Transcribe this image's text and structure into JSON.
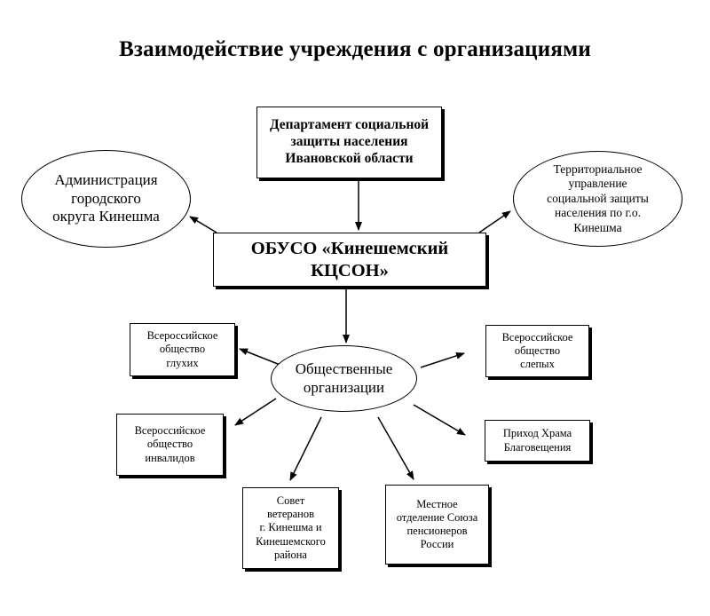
{
  "title": "Взаимодействие учреждения с организациями",
  "nodes": {
    "department": "Департамент социальной\nзащиты населения\nИвановской области",
    "administration": "Администрация\nгородского\nокруга Кинешма",
    "territorial": "Территориальное\nуправление\nсоциальной защиты\nнаселения по г.о.\nКинешма",
    "obuso": "ОБУСО «Кинешемский\nКЦСОН»",
    "deaf_society": "Всероссийское\nобщество\nглухих",
    "public_orgs": "Общественные\nорганизации",
    "blind_society": "Всероссийское\nобщество\nслепых",
    "disabled_society": "Всероссийское\nобщество\nинвалидов",
    "church": "Приход Храма\nБлаговещения",
    "veterans": "Совет\nветеранов\nг. Кинешма и\nКинешемского\nрайона",
    "pensioners": "Местное\nотделение Союза\nпенсионеров\nРоссии"
  }
}
